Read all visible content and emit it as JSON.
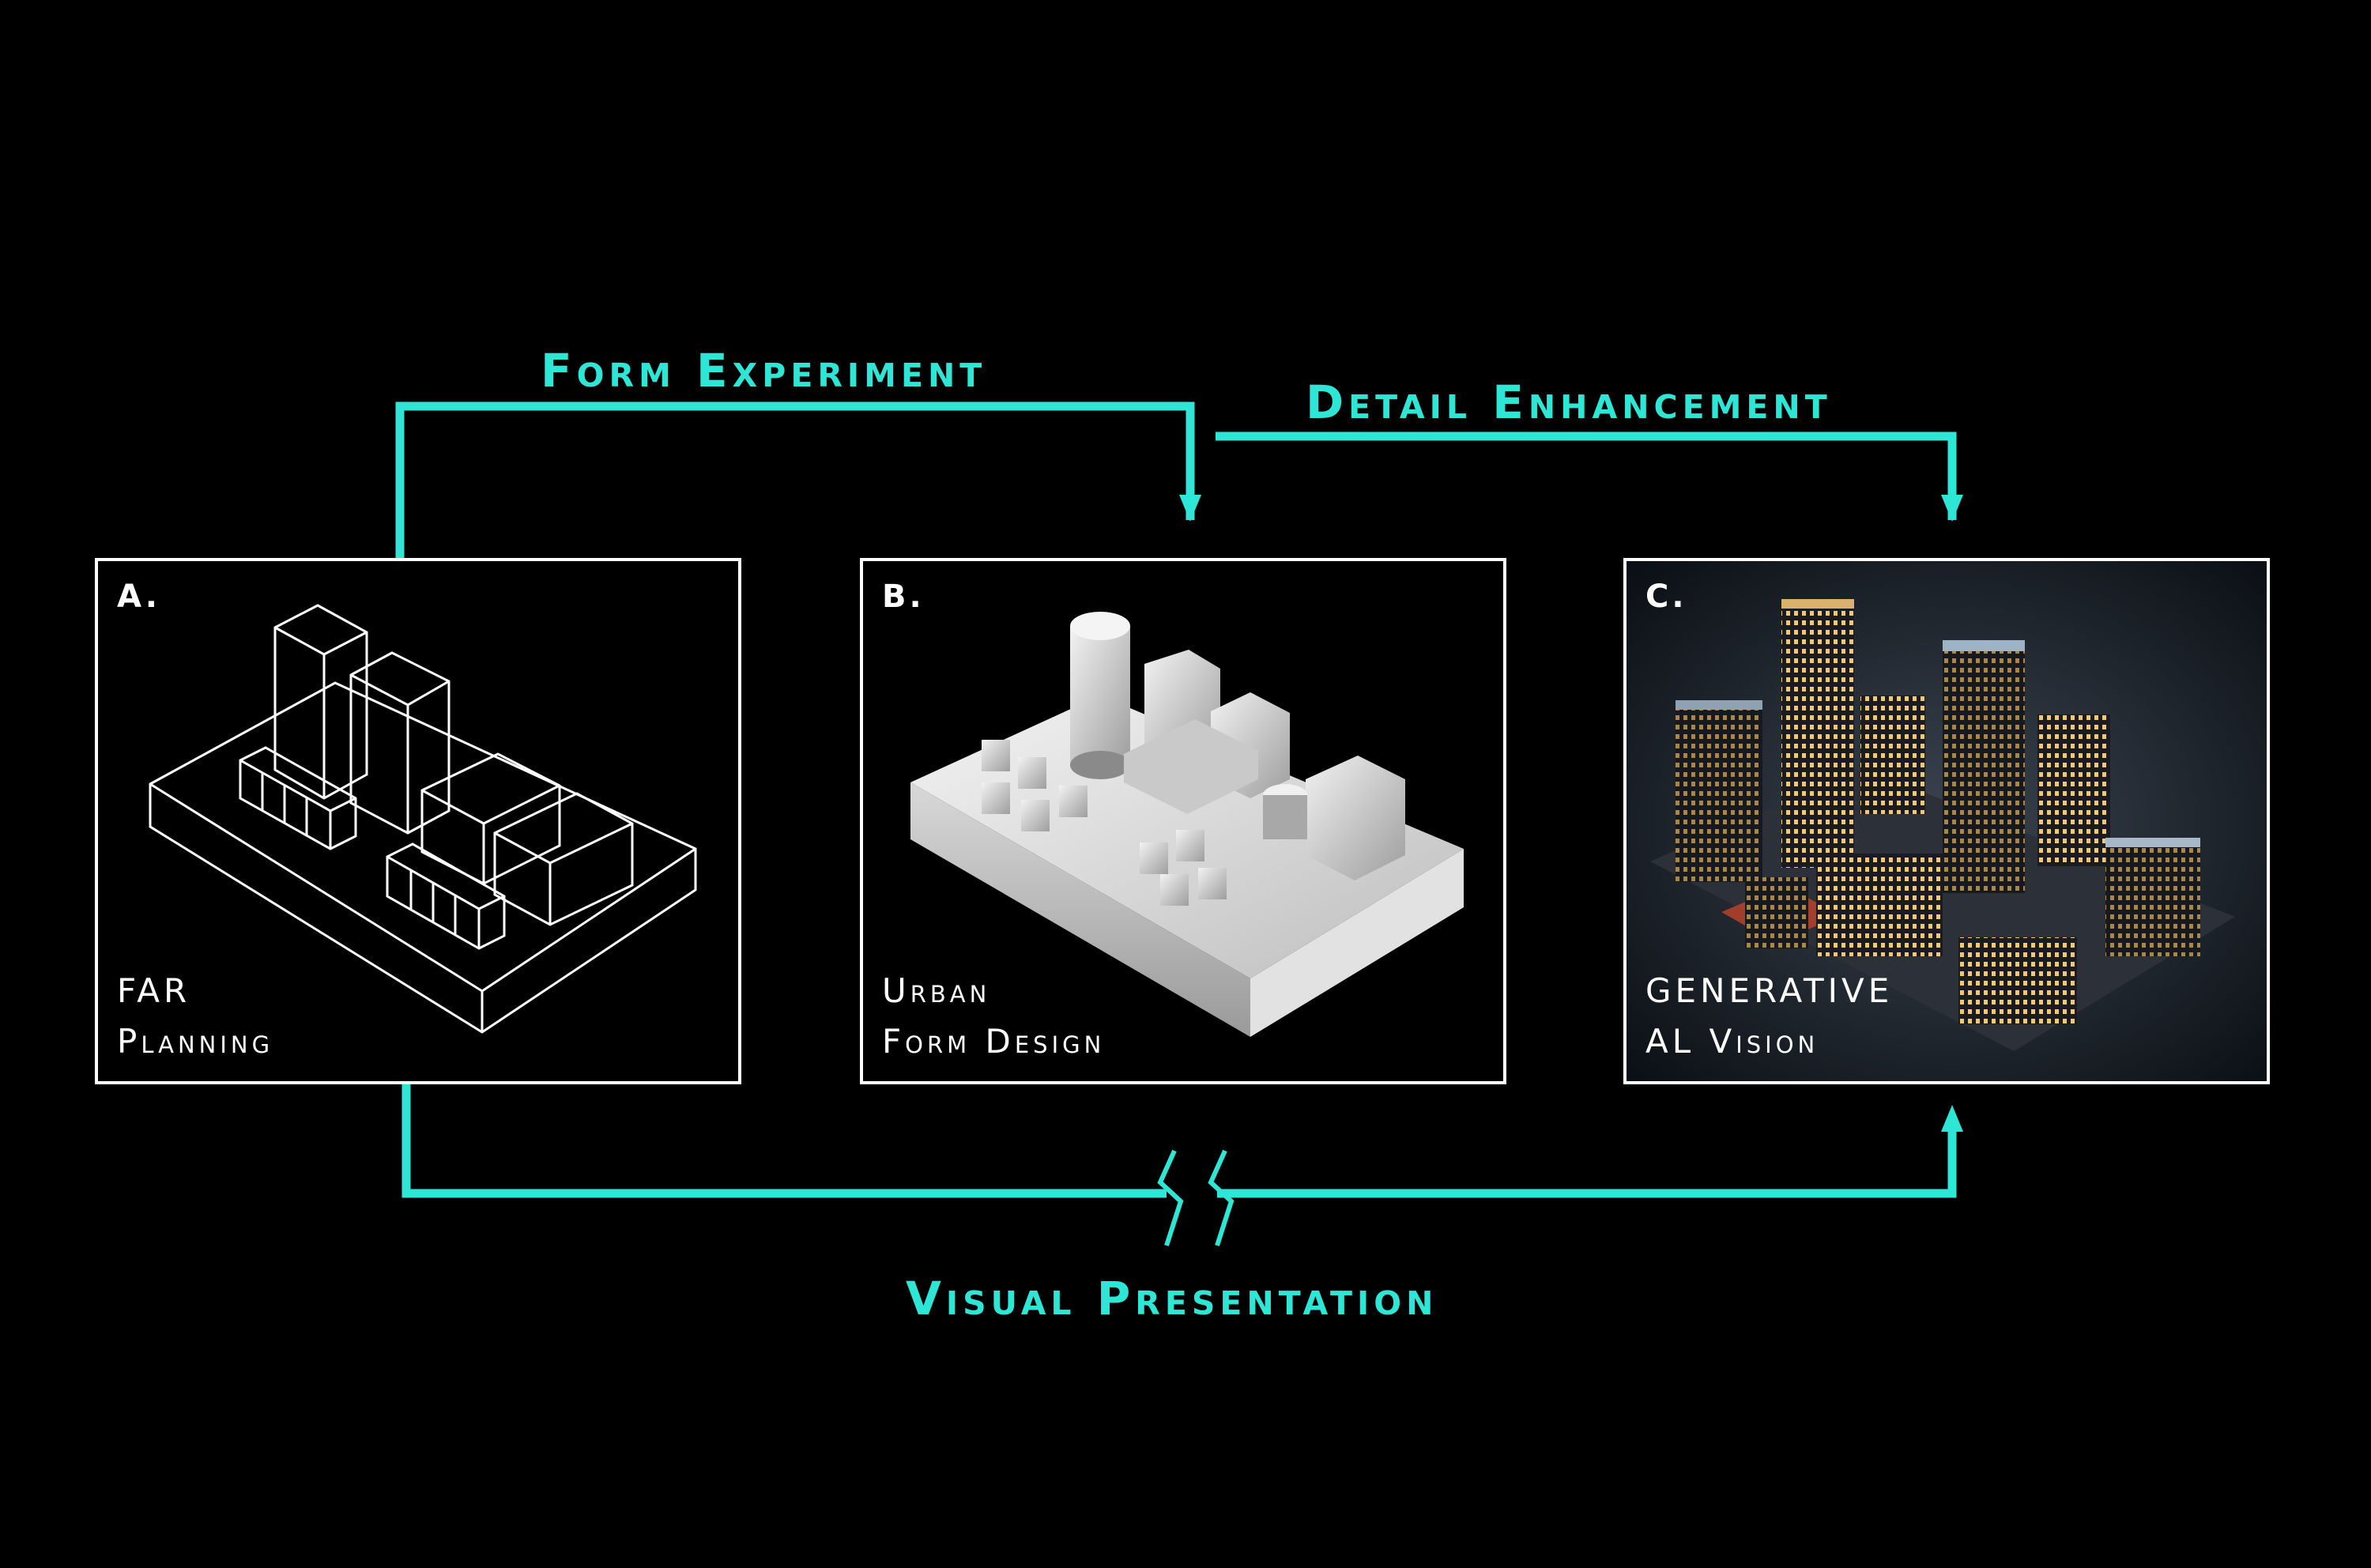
{
  "colors": {
    "accent": "#2ee6d6",
    "background": "#000000",
    "panel_border": "#ffffff"
  },
  "flows": {
    "form_experiment": "Form Experiment",
    "detail_enhancement": "Detail Enhancement",
    "visual_presentation": "Visual Presentation"
  },
  "panels": [
    {
      "letter": "A.",
      "caption_line1": "FAR",
      "caption_line2": "Planning",
      "illustration": "wireframe-isometric-city-block"
    },
    {
      "letter": "B.",
      "caption_line1": "Urban",
      "caption_line2": "Form Design",
      "illustration": "white-clay-massing-model"
    },
    {
      "letter": "C.",
      "caption_line1": "GENERATIVE",
      "caption_line2": "AL Vision",
      "illustration": "rendered-night-city-model"
    }
  ]
}
